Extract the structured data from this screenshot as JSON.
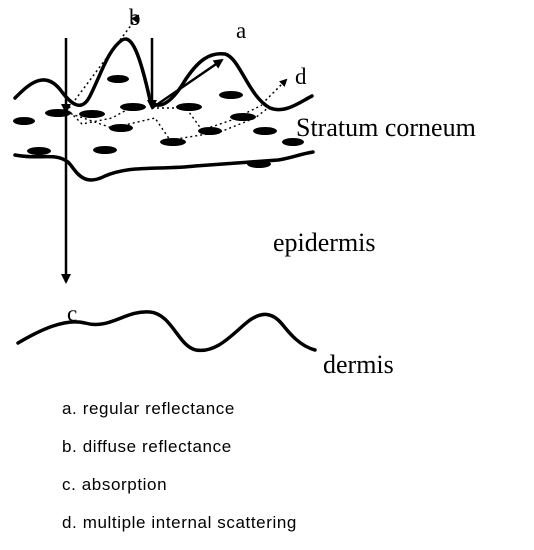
{
  "labels": {
    "arrow_a": "a",
    "arrow_b": "b",
    "arrow_c": "c",
    "arrow_d": "d",
    "stratum_corneum": "Stratum corneum",
    "epidermis": "epidermis",
    "dermis": "dermis"
  },
  "legend": [
    "a. regular reflectance",
    "b. diffuse reflectance",
    "c. absorption",
    "d. multiple internal scattering"
  ]
}
